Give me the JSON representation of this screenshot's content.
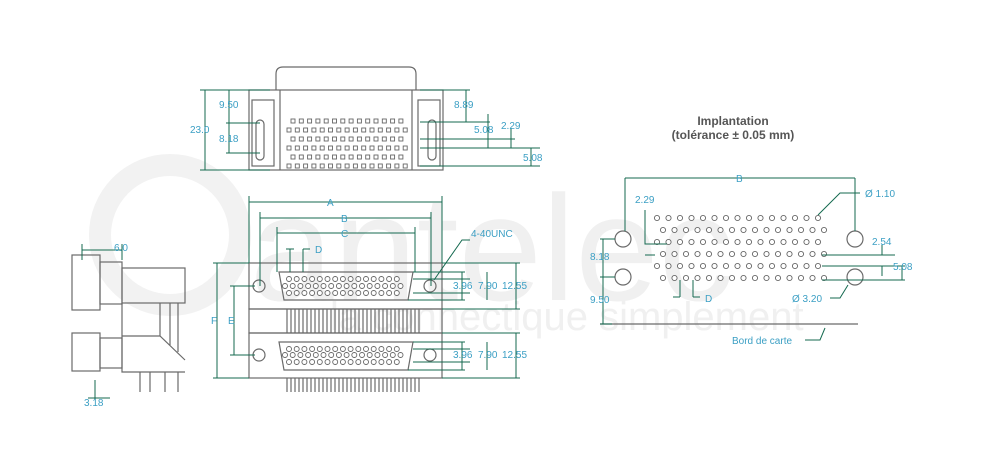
{
  "watermark": {
    "brand": "antelec",
    "tagline": "la connectique simplement"
  },
  "top_view": {
    "dims": {
      "height": "23.0",
      "d950": "9.50",
      "d818": "8.18",
      "d889": "8.89",
      "d508a": "5.08",
      "d229": "2.29",
      "d508b": "5.08"
    }
  },
  "side_view": {
    "dims": {
      "d60": "6.0",
      "d318": "3.18"
    }
  },
  "front_view": {
    "dims": {
      "A": "A",
      "B": "B",
      "C": "C",
      "D": "D",
      "E": "E",
      "F": "F",
      "thread": "4-40UNC",
      "top": {
        "d396": "3.96",
        "d790": "7.90",
        "d1255": "12.55"
      },
      "bottom": {
        "d396": "3.96",
        "d790": "7.90",
        "d1255": "12.55"
      }
    }
  },
  "layout_view": {
    "title": "Implantation",
    "subtitle": "(tolérance ± 0.05 mm)",
    "dims": {
      "B": "B",
      "d229": "2.29",
      "hole_small": "Ø 1.10",
      "d254": "2.54",
      "d508": "5.08",
      "d818": "8.18",
      "d950": "9.50",
      "D": "D",
      "hole_large": "Ø 3.20",
      "board_edge": "Bord de carte"
    }
  },
  "colors": {
    "outline": "#6a6a6a",
    "dimension": "#14694f",
    "label": "#3b9fc4"
  }
}
